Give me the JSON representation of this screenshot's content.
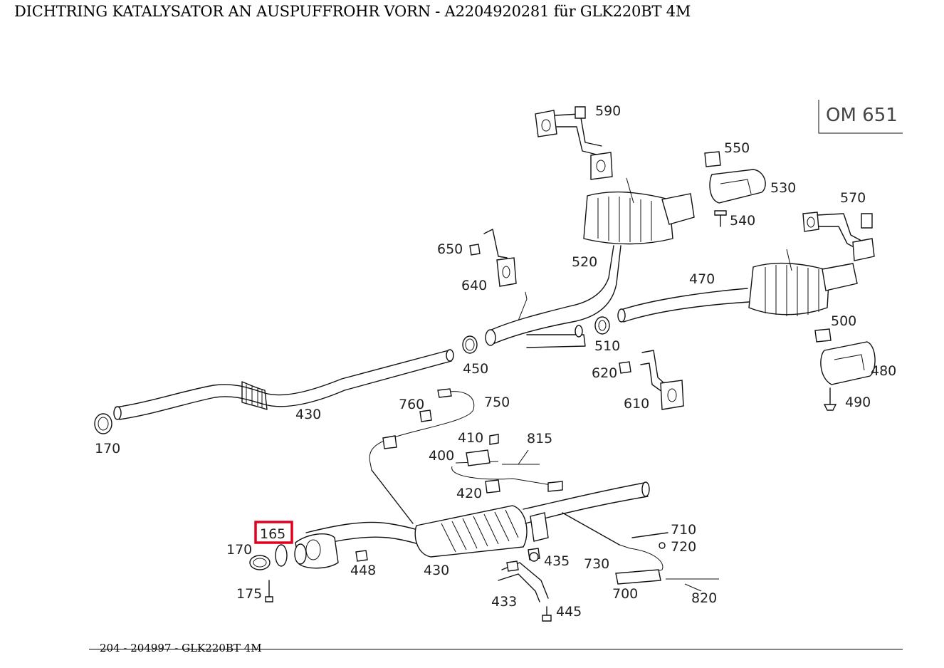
{
  "header": {
    "title": "DICHTRING KATALYSATOR AN AUSPUFFROHR VORN - A2204920281 für GLK220BT 4M"
  },
  "footer": {
    "text": "204 - 204997 - GLK220BT 4M"
  },
  "engine_code": "OM 651",
  "highlight": {
    "label": "165",
    "color": "#e0001b"
  },
  "callouts": [
    "590",
    "550",
    "530",
    "540",
    "570",
    "650",
    "640",
    "520",
    "470",
    "500",
    "510",
    "450",
    "620",
    "610",
    "480",
    "490",
    "430",
    "760",
    "750",
    "170",
    "410",
    "815",
    "400",
    "420",
    "710",
    "720",
    "435",
    "730",
    "170",
    "448",
    "430",
    "175",
    "433",
    "445",
    "700",
    "820"
  ]
}
